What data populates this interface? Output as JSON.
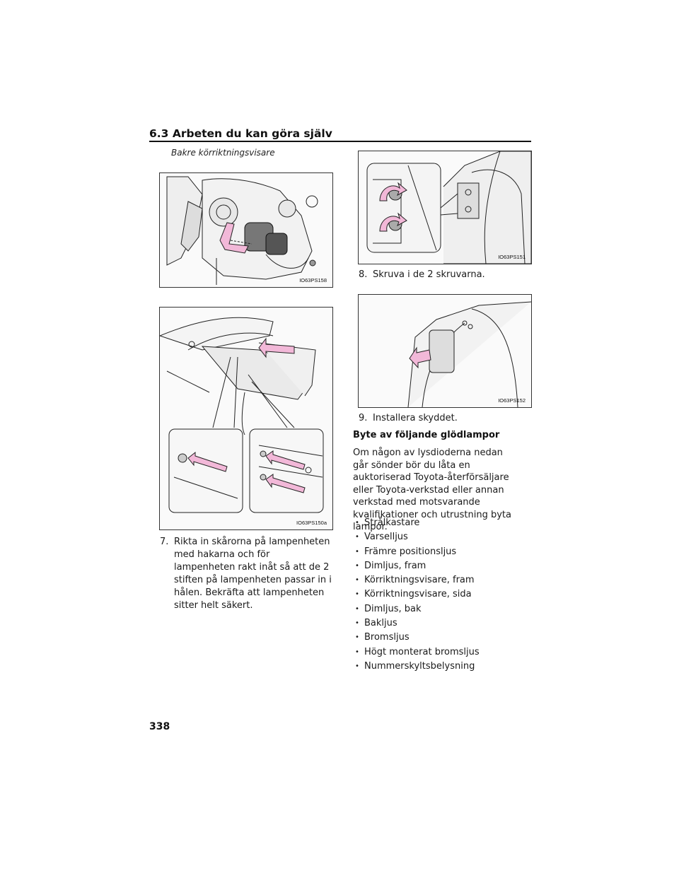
{
  "header": {
    "section_title": "6.3  Arbeten du kan göra själv"
  },
  "left": {
    "subtitle": "Bakre körriktningsvisare",
    "figures": [
      {
        "id": "IO63PS158"
      },
      {
        "id": "IO63PS150a"
      }
    ],
    "step7": {
      "number": "7.",
      "text": "Rikta in skårorna på lampenheten med hakarna och för lampenheten rakt inåt så att de 2 stiften på lampenheten passar in i hålen. Bekräfta att lampenheten sitter helt säkert."
    }
  },
  "right": {
    "figures": [
      {
        "id": "IO63PS151"
      },
      {
        "id": "IO63PS152"
      }
    ],
    "step8": {
      "number": "8.",
      "text": "Skruva i de 2 skruvarna."
    },
    "step9": {
      "number": "9.",
      "text": "Installera skyddet."
    },
    "heading": "Byte av följande glödlampor",
    "paragraph": "Om någon av lysdioderna nedan går sönder bör du låta en auktoriserad Toyota-återförsäljare eller Toyota-verkstad eller annan verkstad med motsvarande kvalifikationer och utrustning byta lampor.",
    "lamps": [
      "Strålkastare",
      "Varselljus",
      "Främre positionsljus",
      "Dimljus, fram",
      "Körriktningsvisare, fram",
      "Körriktningsvisare, sida",
      "Dimljus, bak",
      "Bakljus",
      "Bromsljus",
      "Högt monterat bromsljus",
      "Nummerskyltsbelysning"
    ]
  },
  "footer": {
    "page_number": "338"
  },
  "colors": {
    "arrow_fill": "#f2b8d8",
    "line": "#222222"
  }
}
